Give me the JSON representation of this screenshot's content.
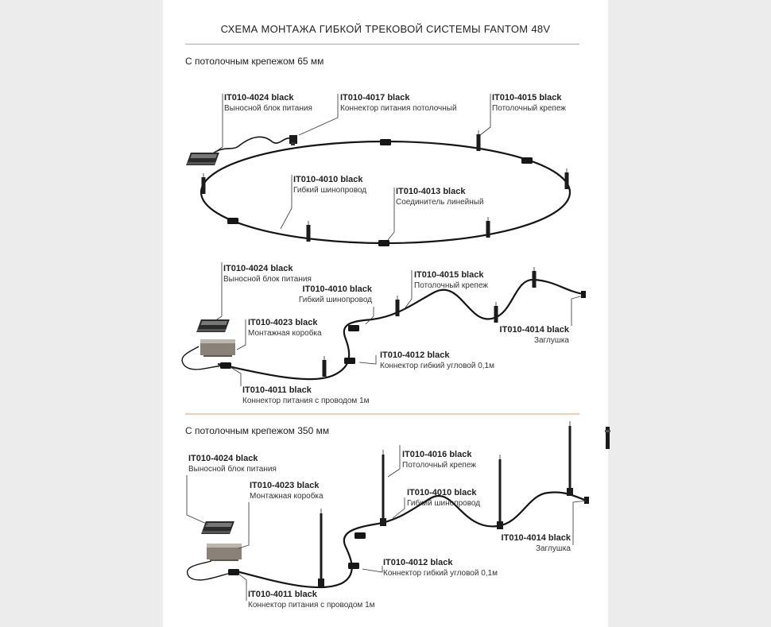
{
  "title": "СХЕМА МОНТАЖА ГИБКОЙ ТРЕКОВОЙ СИСТЕМЫ FANTOM 48V",
  "colors": {
    "accent_rule": "#e09a6c",
    "track": "#151515",
    "background": "#ececec",
    "sheet": "#ffffff"
  },
  "section1": {
    "title": "С потолочным крепежом 65 мм",
    "labels": {
      "psu": {
        "code": "IT010-4024 black",
        "desc": "Выносной блок питания"
      },
      "conn_ceiling": {
        "code": "IT010-4017 black",
        "desc": "Коннектор питания потолочный"
      },
      "mount": {
        "code": "IT010-4015 black",
        "desc": "Потолочный крепеж"
      },
      "track": {
        "code": "IT010-4010 black",
        "desc": "Гибкий шинопровод"
      },
      "linear": {
        "code": "IT010-4013 black",
        "desc": "Соединитель линейный"
      }
    }
  },
  "section2": {
    "labels": {
      "psu": {
        "code": "IT010-4024 black",
        "desc": "Выносной блок питания"
      },
      "track": {
        "code": "IT010-4010 black",
        "desc": "Гибкий шинопровод"
      },
      "mount": {
        "code": "IT010-4015 black",
        "desc": "Потолочный крепеж"
      },
      "box": {
        "code": "IT010-4023 black",
        "desc": "Монтажная коробка"
      },
      "cap": {
        "code": "IT010-4014 black",
        "desc": "Заглушка"
      },
      "angular": {
        "code": "IT010-4012 black",
        "desc": "Коннектор гибкий угловой 0,1м"
      },
      "conn_wire": {
        "code": "IT010-4011 black",
        "desc": "Коннектор питания с проводом 1м"
      }
    }
  },
  "section3": {
    "title": "С потолочным крепежом 350 мм",
    "labels": {
      "psu": {
        "code": "IT010-4024 black",
        "desc": "Выносной блок питания"
      },
      "mount": {
        "code": "IT010-4016 black",
        "desc": "Потолочный крепеж"
      },
      "box": {
        "code": "IT010-4023 black",
        "desc": "Монтажная коробка"
      },
      "track": {
        "code": "IT010-4010 black",
        "desc": "Гибкий шинопровод"
      },
      "cap": {
        "code": "IT010-4014 black",
        "desc": "Заглушка"
      },
      "angular": {
        "code": "IT010-4012 black",
        "desc": "Коннектор гибкий угловой 0,1м"
      },
      "conn_wire": {
        "code": "IT010-4011 black",
        "desc": "Коннектор питания с проводом 1м"
      }
    }
  }
}
